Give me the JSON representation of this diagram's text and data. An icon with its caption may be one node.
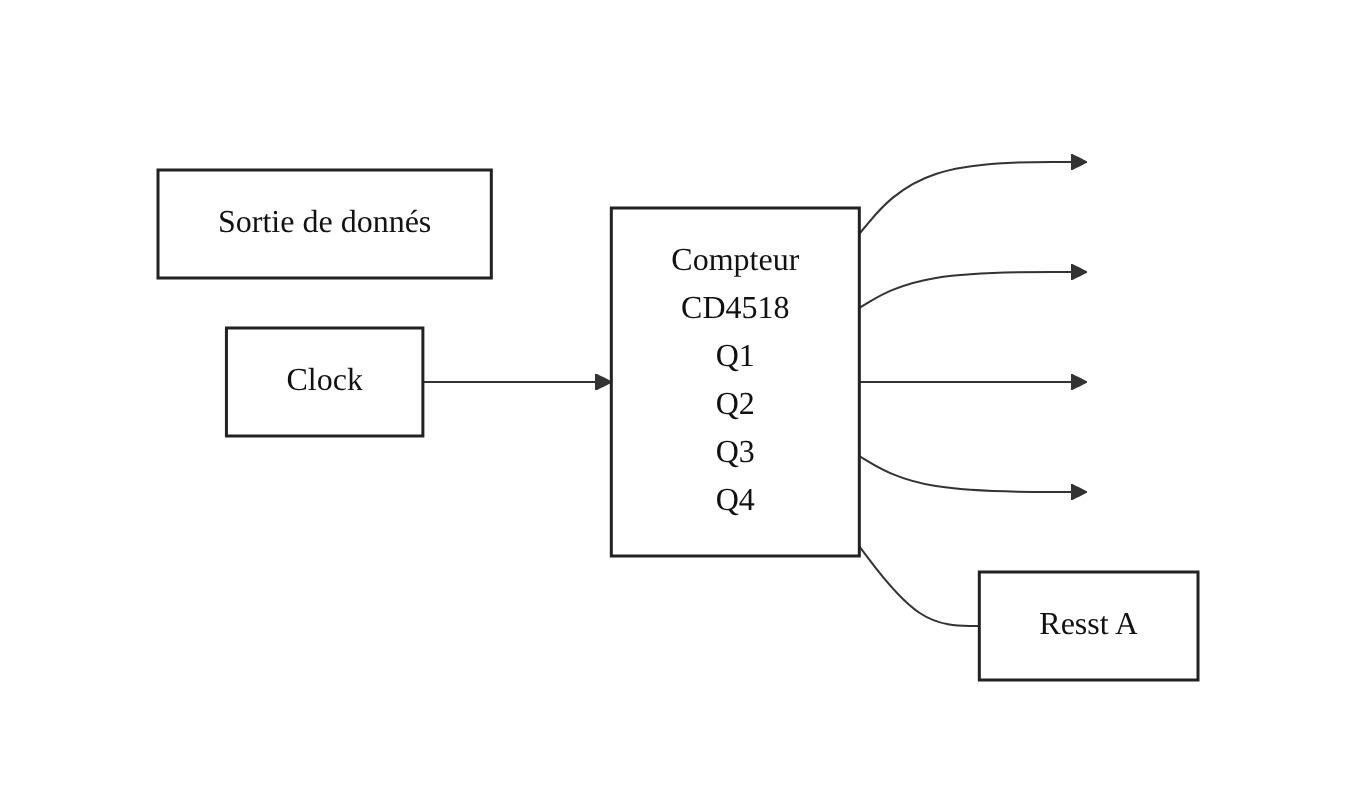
{
  "diagram": {
    "nodes": [
      {
        "text": [
          "Compteur",
          "CD4518",
          "Q1",
          "Q2",
          "Q3",
          "Q4"
        ]
      },
      {
        "text": [
          "Sortie de donnés"
        ]
      },
      {
        "text": [
          "Resst A"
        ]
      },
      {
        "text": [
          "Clock"
        ]
      }
    ],
    "edges": [
      {
        "from": 0,
        "to": null,
        "arrow": "to"
      },
      {
        "from": 0,
        "to": null,
        "arrow": "to"
      },
      {
        "from": 0,
        "to": null,
        "arrow": "to"
      },
      {
        "from": 0,
        "to": null,
        "arrow": "to"
      },
      {
        "from": 0,
        "to": 2,
        "arrow": "none"
      },
      {
        "from": 3,
        "to": 0,
        "arrow": "to"
      }
    ]
  }
}
